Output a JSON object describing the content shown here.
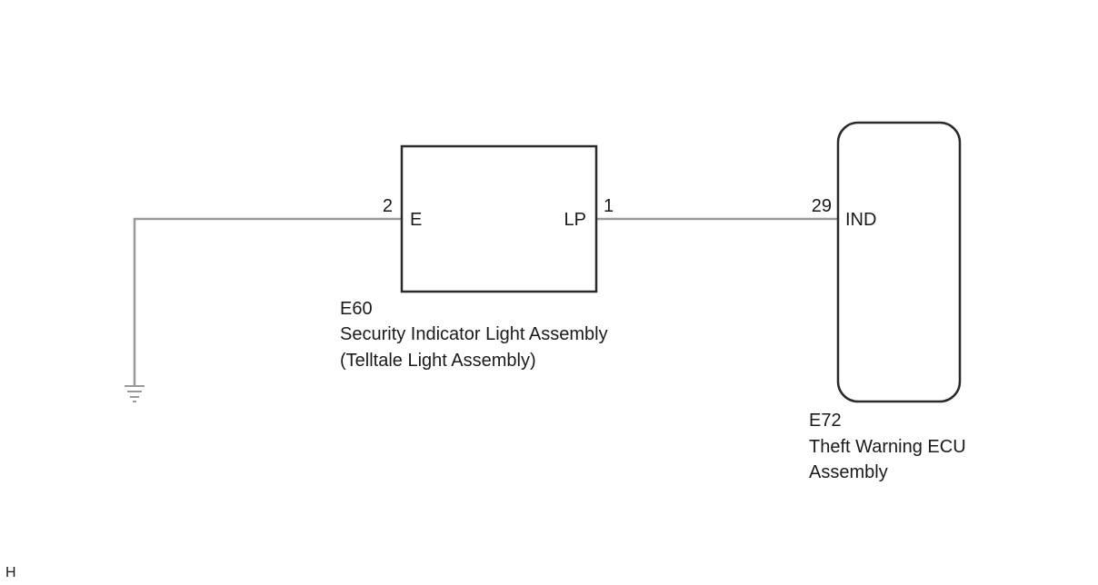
{
  "colors": {
    "wire": "#9a9a9a",
    "outline": "#2a2a2a",
    "text": "#1a1a1a"
  },
  "components": {
    "e60": {
      "code": "E60",
      "name_line1": "Security Indicator Light Assembly",
      "name_line2": "(Telltale Light Assembly)",
      "pins": {
        "left": {
          "number": "2",
          "label": "E"
        },
        "right": {
          "number": "1",
          "label": "LP"
        }
      }
    },
    "e72": {
      "code": "E72",
      "name_line1": "Theft Warning ECU",
      "name_line2": "Assembly",
      "pins": {
        "left": {
          "number": "29",
          "label": "IND"
        }
      }
    }
  },
  "corner_mark": "H"
}
